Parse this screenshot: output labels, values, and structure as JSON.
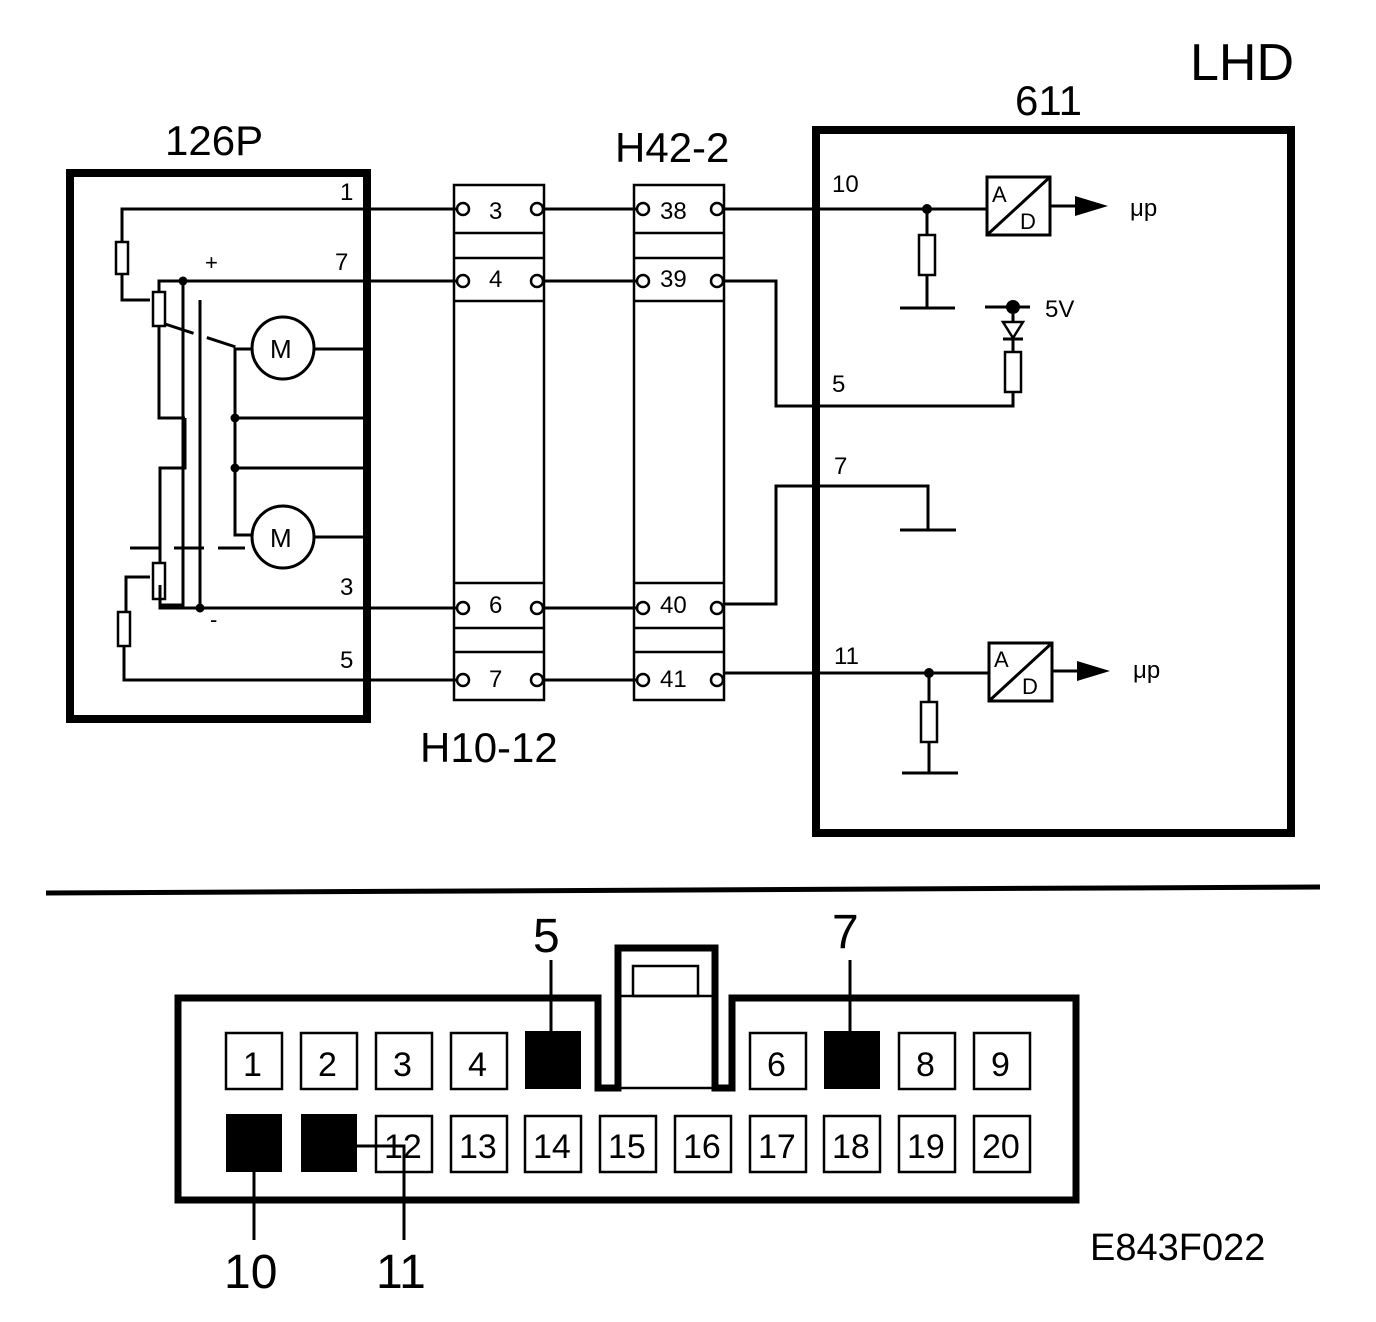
{
  "labels": {
    "variant": "LHD",
    "module_left": "126P",
    "module_right": "611",
    "connector_top": "H42-2",
    "connector_bottom": "H10-12",
    "figure_code": "E843F022"
  },
  "module_126p": {
    "pins": [
      "1",
      "7",
      "3",
      "5"
    ],
    "plus": "+",
    "minus": "-",
    "motor": "M"
  },
  "connector_h10_12": {
    "pins": [
      "3",
      "4",
      "6",
      "7"
    ]
  },
  "connector_h42_2": {
    "pins": [
      "38",
      "39",
      "40",
      "41"
    ]
  },
  "module_611": {
    "pins": [
      "10",
      "5",
      "7",
      "11"
    ],
    "adc_a": "A",
    "adc_d": "D",
    "output": "μp",
    "supply": "5V"
  },
  "plug": {
    "row1": [
      "1",
      "2",
      "3",
      "4",
      "",
      "6",
      "",
      "8",
      "9"
    ],
    "row2": [
      "",
      "",
      "12",
      "13",
      "14",
      "15",
      "16",
      "17",
      "18",
      "19",
      "20"
    ],
    "callouts": [
      "5",
      "7",
      "10",
      "11"
    ]
  }
}
